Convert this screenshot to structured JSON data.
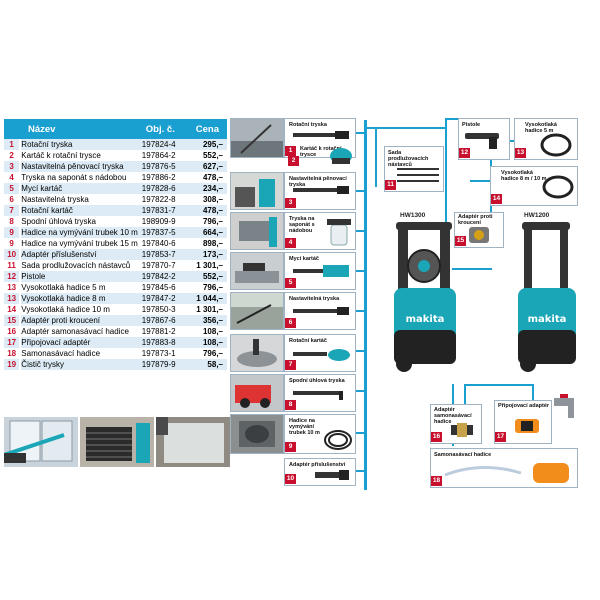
{
  "table": {
    "headers": {
      "name": "Název",
      "code": "Obj. č.",
      "price": "Cena"
    },
    "rows": [
      {
        "num": "1",
        "name": "Rotační tryska",
        "code": "197824-4",
        "price": "295,–"
      },
      {
        "num": "2",
        "name": "Kartáč k rotační trysce",
        "code": "197864-2",
        "price": "552,–"
      },
      {
        "num": "3",
        "name": "Nastavitelná pěnovací tryska",
        "code": "197876-5",
        "price": "627,–"
      },
      {
        "num": "4",
        "name": "Tryska na saponát s nádobou",
        "code": "197886-2",
        "price": "478,–"
      },
      {
        "num": "5",
        "name": "Mycí kartáč",
        "code": "197828-6",
        "price": "234,–"
      },
      {
        "num": "6",
        "name": "Nastavitelná tryska",
        "code": "197822-8",
        "price": "308,–"
      },
      {
        "num": "7",
        "name": "Rotační kartáč",
        "code": "197831-7",
        "price": "478,–"
      },
      {
        "num": "8",
        "name": "Spodní úhlová tryska",
        "code": "198909-9",
        "price": "796,–"
      },
      {
        "num": "9",
        "name": "Hadice na vymývání trubek 10 m",
        "code": "197837-5",
        "price": "664,–"
      },
      {
        "num": "9",
        "name": "Hadice na vymývání trubek 15 m",
        "code": "197840-6",
        "price": "898,–"
      },
      {
        "num": "10",
        "name": "Adaptér příslušenství",
        "code": "197853-7",
        "price": "173,–"
      },
      {
        "num": "11",
        "name": "Sada prodlužovacích nástavců",
        "code": "197870-7",
        "price": "1 301,–"
      },
      {
        "num": "12",
        "name": "Pistole",
        "code": "197842-2",
        "price": "552,–"
      },
      {
        "num": "13",
        "name": "Vysokotlaká hadice 5 m",
        "code": "197845-6",
        "price": "796,–"
      },
      {
        "num": "13",
        "name": "Vysokotlaká hadice 8 m",
        "code": "197847-2",
        "price": "1 044,–"
      },
      {
        "num": "14",
        "name": "Vysokotlaká hadice 10 m",
        "code": "197850-3",
        "price": "1 301,–"
      },
      {
        "num": "15",
        "name": "Adaptér proti kroucení",
        "code": "197867-6",
        "price": "356,–"
      },
      {
        "num": "16",
        "name": "Adaptér samonasávací hadice",
        "code": "197881-2",
        "price": "108,–"
      },
      {
        "num": "17",
        "name": "Připojovací adaptér",
        "code": "197883-8",
        "price": "108,–"
      },
      {
        "num": "18",
        "name": "Samonasávací hadice",
        "code": "197873-1",
        "price": "796,–"
      },
      {
        "num": "19",
        "name": "Čistič trysky",
        "code": "197879-9",
        "price": "58,–"
      }
    ]
  },
  "accessories": {
    "a1": {
      "label": "Rotační tryska",
      "num": "1"
    },
    "a2": {
      "label": "Kartáč k rotační trysce",
      "num": "2"
    },
    "a3": {
      "label": "Nastavitelná pěnovací tryska",
      "num": "3"
    },
    "a4": {
      "label": "Tryska na saponát s nádobou",
      "num": "4"
    },
    "a5": {
      "label": "Mycí kartáč",
      "num": "5"
    },
    "a6": {
      "label": "Nastavitelná tryska",
      "num": "6"
    },
    "a7": {
      "label": "Rotační kartáč",
      "num": "7"
    },
    "a8": {
      "label": "Spodní úhlová tryska",
      "num": "8"
    },
    "a9": {
      "label": "Hadice na vymývání trubek 10 m",
      "num": "9"
    },
    "a10": {
      "label": "Adaptér příslušenství",
      "num": "10"
    },
    "a11": {
      "label": "Sada prodlužovacích nástavců",
      "num": "11"
    },
    "a12": {
      "label": "Pistole",
      "num": "12"
    },
    "a13": {
      "label": "Vysokotlaká hadice 5 m",
      "num": "13"
    },
    "a14": {
      "label": "Vysokotlaká hadice 8 m / 10 m",
      "num": "14"
    },
    "a15": {
      "label": "Adaptér proti kroucení",
      "num": "15"
    },
    "a16": {
      "label": "Adaptér samonasávací hadice",
      "num": "16"
    },
    "a17": {
      "label": "Připojovací adaptér",
      "num": "17"
    },
    "a18": {
      "label": "Samonasávací hadice",
      "num": "18"
    }
  },
  "models": {
    "left": "HW1300",
    "right": "HW1200"
  },
  "brand": "makita",
  "colors": {
    "accent": "#1a9fd1",
    "badge": "#c8102e",
    "machine": "#1aa6b7"
  }
}
